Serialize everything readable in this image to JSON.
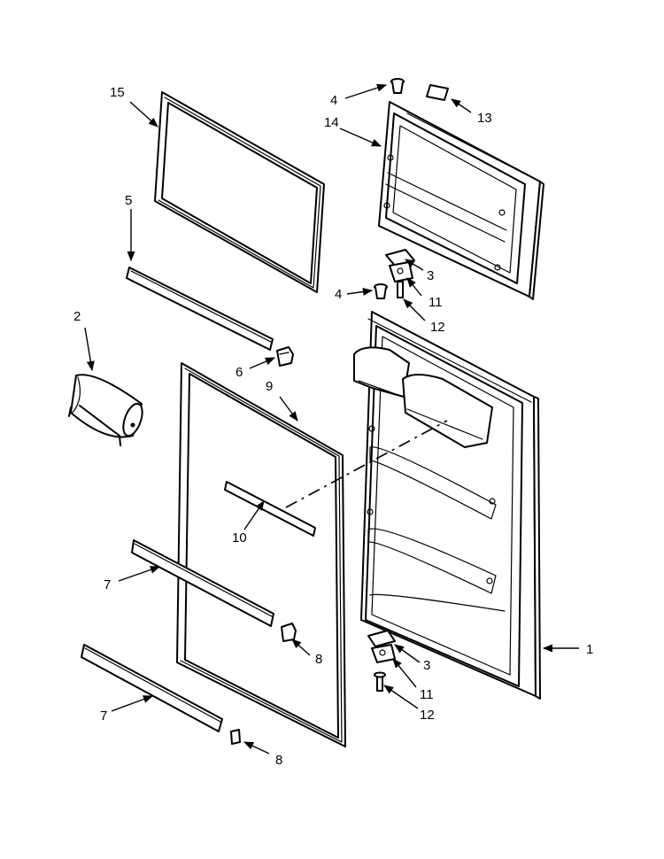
{
  "callouts": {
    "c1": "1",
    "c2": "2",
    "c3a": "3",
    "c3b": "3",
    "c4a": "4",
    "c4b": "4",
    "c5": "5",
    "c6": "6",
    "c7a": "7",
    "c7b": "7",
    "c8a": "8",
    "c8b": "8",
    "c9": "9",
    "c10": "10",
    "c11a": "11",
    "c11b": "11",
    "c12a": "12",
    "c12b": "12",
    "c13": "13",
    "c14": "14",
    "c15": "15"
  }
}
